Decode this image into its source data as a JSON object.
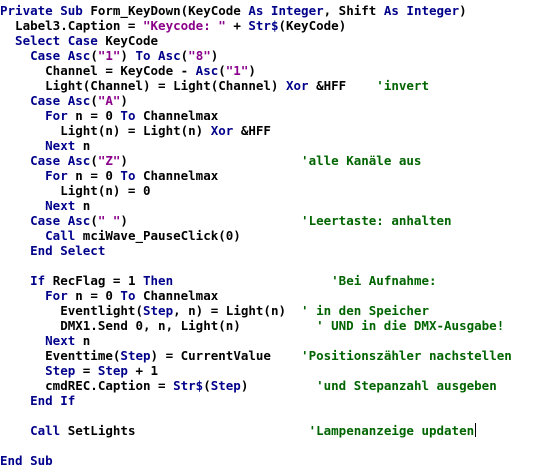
{
  "colors": {
    "background": "#ffffff",
    "plain": "#000000",
    "keyword": "#00008b",
    "string": "#8b008b",
    "comment": "#006400"
  },
  "lines": [
    [
      {
        "t": "kw",
        "v": "Private Sub "
      },
      {
        "t": "txt",
        "v": "Form_KeyDown(KeyCode "
      },
      {
        "t": "kw",
        "v": "As Integer"
      },
      {
        "t": "txt",
        "v": ", Shift "
      },
      {
        "t": "kw",
        "v": "As Integer"
      },
      {
        "t": "txt",
        "v": ")"
      }
    ],
    [
      {
        "t": "txt",
        "v": "  Label3.Caption = "
      },
      {
        "t": "str",
        "v": "\"Keycode: \""
      },
      {
        "t": "txt",
        "v": " + "
      },
      {
        "t": "kw",
        "v": "Str$"
      },
      {
        "t": "txt",
        "v": "(KeyCode)"
      }
    ],
    [
      {
        "t": "kw",
        "v": "  Select Case "
      },
      {
        "t": "txt",
        "v": "KeyCode"
      }
    ],
    [
      {
        "t": "kw",
        "v": "    Case Asc"
      },
      {
        "t": "txt",
        "v": "("
      },
      {
        "t": "str",
        "v": "\"1\""
      },
      {
        "t": "txt",
        "v": ") "
      },
      {
        "t": "kw",
        "v": "To Asc"
      },
      {
        "t": "txt",
        "v": "("
      },
      {
        "t": "str",
        "v": "\"8\""
      },
      {
        "t": "txt",
        "v": ")"
      }
    ],
    [
      {
        "t": "txt",
        "v": "      Channel = KeyCode - "
      },
      {
        "t": "kw",
        "v": "Asc"
      },
      {
        "t": "txt",
        "v": "("
      },
      {
        "t": "str",
        "v": "\"1\""
      },
      {
        "t": "txt",
        "v": ")"
      }
    ],
    [
      {
        "t": "txt",
        "v": "      Light(Channel) = Light(Channel) "
      },
      {
        "t": "kw",
        "v": "Xor"
      },
      {
        "t": "txt",
        "v": " &HFF    "
      },
      {
        "t": "cmt",
        "v": "'invert"
      }
    ],
    [
      {
        "t": "kw",
        "v": "    Case Asc"
      },
      {
        "t": "txt",
        "v": "("
      },
      {
        "t": "str",
        "v": "\"A\""
      },
      {
        "t": "txt",
        "v": ")"
      }
    ],
    [
      {
        "t": "kw",
        "v": "      For "
      },
      {
        "t": "txt",
        "v": "n = 0 "
      },
      {
        "t": "kw",
        "v": "To "
      },
      {
        "t": "txt",
        "v": "Channelmax"
      }
    ],
    [
      {
        "t": "txt",
        "v": "        Light(n) = Light(n) "
      },
      {
        "t": "kw",
        "v": "Xor"
      },
      {
        "t": "txt",
        "v": " &HFF"
      }
    ],
    [
      {
        "t": "kw",
        "v": "      Next "
      },
      {
        "t": "txt",
        "v": "n"
      }
    ],
    [
      {
        "t": "kw",
        "v": "    Case Asc"
      },
      {
        "t": "txt",
        "v": "("
      },
      {
        "t": "str",
        "v": "\"Z\""
      },
      {
        "t": "txt",
        "v": ")                       "
      },
      {
        "t": "cmt",
        "v": "'alle Kanäle aus"
      }
    ],
    [
      {
        "t": "kw",
        "v": "      For "
      },
      {
        "t": "txt",
        "v": "n = 0 "
      },
      {
        "t": "kw",
        "v": "To "
      },
      {
        "t": "txt",
        "v": "Channelmax"
      }
    ],
    [
      {
        "t": "txt",
        "v": "        Light(n) = 0"
      }
    ],
    [
      {
        "t": "kw",
        "v": "      Next "
      },
      {
        "t": "txt",
        "v": "n"
      }
    ],
    [
      {
        "t": "kw",
        "v": "    Case Asc"
      },
      {
        "t": "txt",
        "v": "("
      },
      {
        "t": "str",
        "v": "\" \""
      },
      {
        "t": "txt",
        "v": ")                       "
      },
      {
        "t": "cmt",
        "v": "'Leertaste: anhalten"
      }
    ],
    [
      {
        "t": "kw",
        "v": "      Call "
      },
      {
        "t": "txt",
        "v": "mciWave_PauseClick(0)"
      }
    ],
    [
      {
        "t": "kw",
        "v": "    End Select"
      }
    ],
    [],
    [
      {
        "t": "kw",
        "v": "    If "
      },
      {
        "t": "txt",
        "v": "RecFlag = 1 "
      },
      {
        "t": "kw",
        "v": "Then"
      },
      {
        "t": "txt",
        "v": "                     "
      },
      {
        "t": "cmt",
        "v": "'Bei Aufnahme:"
      }
    ],
    [
      {
        "t": "kw",
        "v": "      For "
      },
      {
        "t": "txt",
        "v": "n = 0 "
      },
      {
        "t": "kw",
        "v": "To "
      },
      {
        "t": "txt",
        "v": "Channelmax"
      }
    ],
    [
      {
        "t": "txt",
        "v": "        Eventlight("
      },
      {
        "t": "kw",
        "v": "Step"
      },
      {
        "t": "txt",
        "v": ", n) = Light(n)  "
      },
      {
        "t": "cmt",
        "v": "' in den Speicher"
      }
    ],
    [
      {
        "t": "txt",
        "v": "        DMX1.Send 0, n, Light(n)          "
      },
      {
        "t": "cmt",
        "v": "' UND in die DMX-Ausgabe!"
      }
    ],
    [
      {
        "t": "kw",
        "v": "      Next "
      },
      {
        "t": "txt",
        "v": "n"
      }
    ],
    [
      {
        "t": "txt",
        "v": "      Eventtime("
      },
      {
        "t": "kw",
        "v": "Step"
      },
      {
        "t": "txt",
        "v": ") = CurrentValue    "
      },
      {
        "t": "cmt",
        "v": "'Positionszähler nachstellen"
      }
    ],
    [
      {
        "t": "kw",
        "v": "      Step"
      },
      {
        "t": "txt",
        "v": " = "
      },
      {
        "t": "kw",
        "v": "Step"
      },
      {
        "t": "txt",
        "v": " + 1"
      }
    ],
    [
      {
        "t": "txt",
        "v": "      cmdREC.Caption = "
      },
      {
        "t": "kw",
        "v": "Str$"
      },
      {
        "t": "txt",
        "v": "("
      },
      {
        "t": "kw",
        "v": "Step"
      },
      {
        "t": "txt",
        "v": ")         "
      },
      {
        "t": "cmt",
        "v": "'und Stepanzahl ausgeben"
      }
    ],
    [
      {
        "t": "kw",
        "v": "    End If"
      }
    ],
    [],
    [
      {
        "t": "kw",
        "v": "    Call "
      },
      {
        "t": "txt",
        "v": "SetLights                       "
      },
      {
        "t": "cmt",
        "v": "'Lampenanzeige updaten"
      }
    ],
    [],
    [
      {
        "t": "kw",
        "v": "End Sub"
      }
    ]
  ]
}
